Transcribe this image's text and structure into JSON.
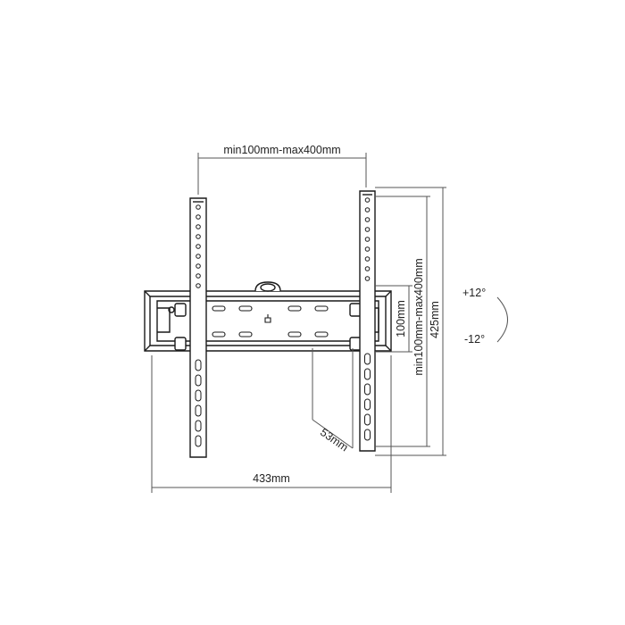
{
  "diagram": {
    "labels": {
      "vesa_horizontal": "min100mm-max400mm",
      "vesa_vertical_min": "100mm",
      "vesa_vertical_range": "min100mm-max400mm",
      "height": "425mm",
      "width": "433mm",
      "depth": "53mm",
      "tilt_up": "+12°",
      "tilt_down": "-12°"
    },
    "icons": {
      "mount": "tv-wall-mount-bracket-icon",
      "tilt": "tilt-arc-icon"
    },
    "colors": {
      "stroke": "#1a1a1a",
      "dimension": "#555555"
    }
  }
}
